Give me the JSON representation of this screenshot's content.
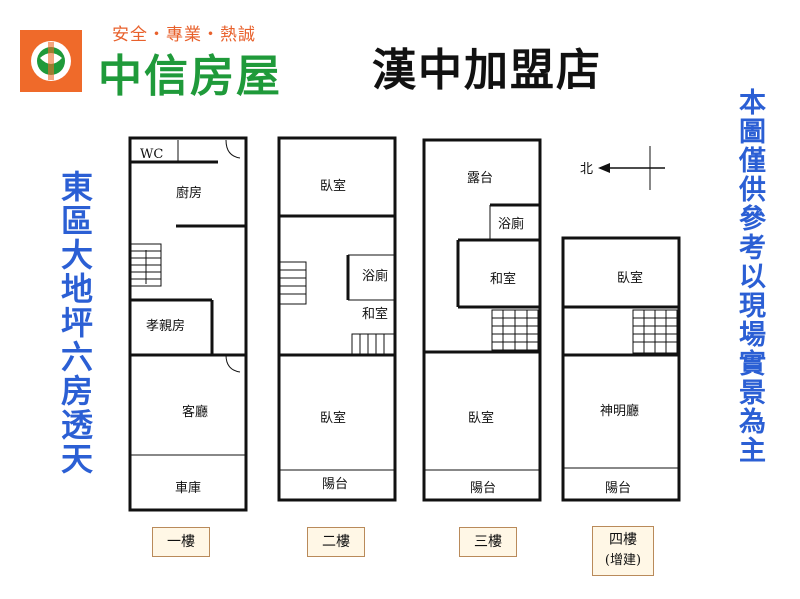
{
  "header": {
    "tagline": "安全・專業・熱誠",
    "brand": "中信房屋",
    "shop": "漢中加盟店",
    "brand_color": "#1f9a3a",
    "accent_color": "#ef6a2a"
  },
  "side": {
    "left": "東區大地坪六房透天",
    "right": "本圖僅供參考以現場實景為主"
  },
  "compass": "北",
  "floors": [
    {
      "label": "一樓",
      "rooms": [
        "WC",
        "廚房",
        "孝親房",
        "客廳",
        "車庫"
      ]
    },
    {
      "label": "二樓",
      "rooms": [
        "臥室",
        "浴廁",
        "和室",
        "臥室",
        "陽台"
      ]
    },
    {
      "label": "三樓",
      "rooms": [
        "露台",
        "浴廁",
        "和室",
        "臥室",
        "陽台"
      ]
    },
    {
      "label": "四樓",
      "sub": "(增建)",
      "rooms": [
        "臥室",
        "神明廳",
        "陽台"
      ]
    }
  ]
}
